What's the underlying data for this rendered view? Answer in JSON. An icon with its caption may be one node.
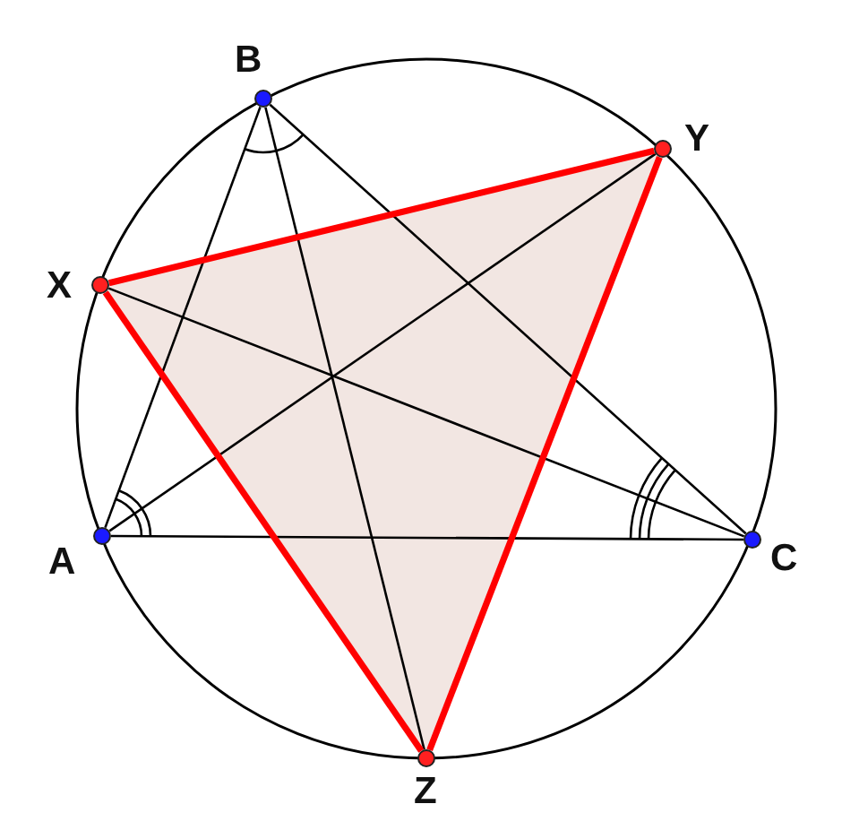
{
  "diagram": {
    "nodes": [
      {
        "text": [],
        "shape": "circle",
        "beside": [
          "B"
        ]
      },
      {
        "text": [],
        "shape": "circle",
        "beside": [
          "Y"
        ]
      },
      {
        "text": [],
        "shape": "circle",
        "beside": [
          "X"
        ]
      },
      {
        "text": [],
        "shape": "circle",
        "beside": [
          "A"
        ]
      },
      {
        "text": [],
        "shape": "circle",
        "beside": [
          "C"
        ]
      },
      {
        "text": [],
        "shape": "circle",
        "beside": [
          "Z"
        ]
      }
    ],
    "edges": [
      {
        "from": 3,
        "to": 0,
        "arrow": "none"
      },
      {
        "from": 0,
        "to": 4,
        "arrow": "none"
      },
      {
        "from": 3,
        "to": 4,
        "arrow": "none"
      },
      {
        "from": 0,
        "to": 5,
        "arrow": "none"
      },
      {
        "from": 3,
        "to": 1,
        "arrow": "none"
      },
      {
        "from": 4,
        "to": 2,
        "arrow": "none"
      },
      {
        "from": 2,
        "to": 1,
        "arrow": "none",
        "color": "#ff0000",
        "style": "thick"
      },
      {
        "from": 1,
        "to": 5,
        "arrow": "none",
        "color": "#ff0000",
        "style": "thick"
      },
      {
        "from": 5,
        "to": 2,
        "arrow": "none",
        "color": "#ff0000",
        "style": "thick"
      }
    ]
  }
}
